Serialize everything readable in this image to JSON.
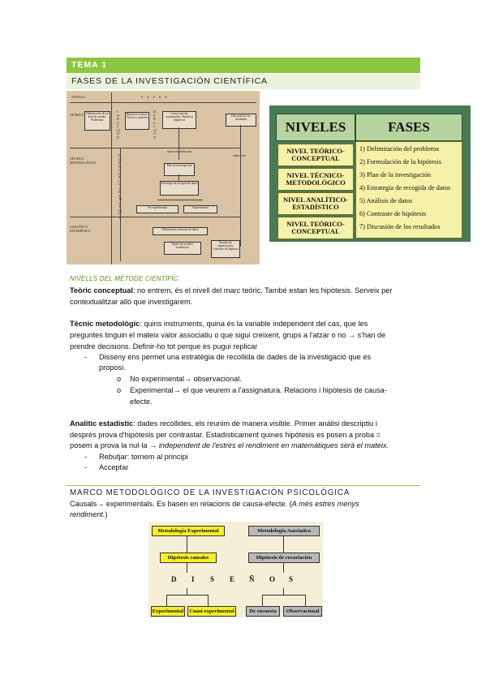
{
  "header": {
    "tema": "TEMA 1",
    "title": "FASES DE LA INVESTIGACIÓN CIENTÍFICA"
  },
  "figure_flow": {
    "col_niveles": "NIVELES",
    "col_fases": "F  A  S  E  S",
    "lvl1": "TEÓRICO CONCEPTUAL",
    "lvl2": "TÉCNICO METODOLÓGICO",
    "lvl3": "ANALÍTICO ESTADÍSTICO",
    "b1": "Delimitación de un área de estudio. Problemas",
    "b2": "Hipótesis teóricas. Teorías y modelos",
    "b3": "Consecuencias contrastables. Hipótesis empíricas",
    "b4": "Discusión de los resultados",
    "v1": "INDUCCIÓN",
    "v2": "DEDUCCIÓN",
    "operacion": "operacionalización",
    "induccion": "inducción",
    "b5": "Plan de investigación",
    "b6": "Estrategia de recogida de datos",
    "b7": "No experimental",
    "b8": "Experimental",
    "b9": "Elaboración y muestra de datos",
    "b10": "Ajuste de modelos estadísticos",
    "b11": "Pruebas de significación. Contraste de hipótesis",
    "vert": "DISEÑO DE INVESTIGACIÓN"
  },
  "figure_levels": {
    "niveles": "NIVELES",
    "fases": "FASES",
    "levels": [
      "NIVEL TEÓRICO-CONCEPTUAL",
      "NIVEL TÉCNICO-METODOLÓGICO",
      "NIVEL ANALÍTICO-ESTADÍSTICO",
      "NIVEL TEÓRICO-CONCEPTUAL"
    ],
    "phases": [
      "1) Delimitación del problema",
      "2) Formulación de la hipótesis",
      "3) Plan de la investigación",
      "4) Estrategia de recogida de datos",
      "5) Análisis de datos",
      "6) Contraste de hipótesis",
      "7) Discusión de los resultados"
    ]
  },
  "section1": {
    "subtitle": "NIVELLS DEL MÈTODE CIENTÍFIC",
    "p1_bold": "Teòric conceptual",
    "p1_a": ": no entrem, és el nivell del marc teòric. També estan les hipòtesis. Serveix per",
    "p1_b": "contextualitzar allò que investigarem.",
    "p2_bold": "Tècnic metodològic",
    "p2_a": ": quins instruments, quina és la variable independent del cas, que les",
    "p2_b": "preguntes tinguin el mateix valor associatiu o que sigui creixent, grups a l'atzar o no → s'han de",
    "p2_c": "prendre decisions. Definir-ho tot perque es pugui replicar",
    "bullet1_a": "Disseny ens permet una estratègia de recollida de dades de la investigació que es",
    "bullet1_b": "proposi.",
    "sub1": "No experimental→ observacional.",
    "sub2_a": "Experimental→ el que veurem a l'assignatura. Relacions i hipòtesis de causa-",
    "sub2_b": "efecte.",
    "p3_bold": "Analític estadístic",
    "p3_a": ": dades recollides, els reunim de manera visible. Primer anàlisi descriptiu i",
    "p3_b": "després prova d'hipòtesis per contrastar. Estadísticament quines hipòtesis es posen a proba =",
    "p3_c1": "posem a prova la nul·la →",
    "p3_c2": "independent de l'estrès el rendiment en matemàtiques serà el mateix.",
    "bullet2": "Rebutjar: tornem al principi",
    "bullet3": "Acceptar"
  },
  "section2": {
    "title": "MARCO METODOLÓGICO DE LA INVESTIGACIÓN PSICOLÓGICA",
    "line_a": "Causals→ experimentals. Es basen en relacions de causa-efecte. (",
    "line_a_it": "A més estres menys",
    "line_b_it": "rendiment.",
    "line_b": ")"
  },
  "figure_method": {
    "top_left": "Metodología Experimental",
    "top_right": "Metodología Asociativa",
    "mid_left": "Hipótesis causales",
    "mid_right": "Hipótesis de covariación",
    "letters": [
      "D",
      "I",
      "S",
      "E",
      "Ñ",
      "O",
      "S"
    ],
    "bottom": [
      "Experimental",
      "Cuasi-experimental",
      "De encuesta",
      "Observacional"
    ]
  },
  "colors": {
    "green": "#8dc63f",
    "light_green": "#eaf3dc",
    "yellow": "#f7ee2e",
    "grey": "#b9b9b9"
  }
}
